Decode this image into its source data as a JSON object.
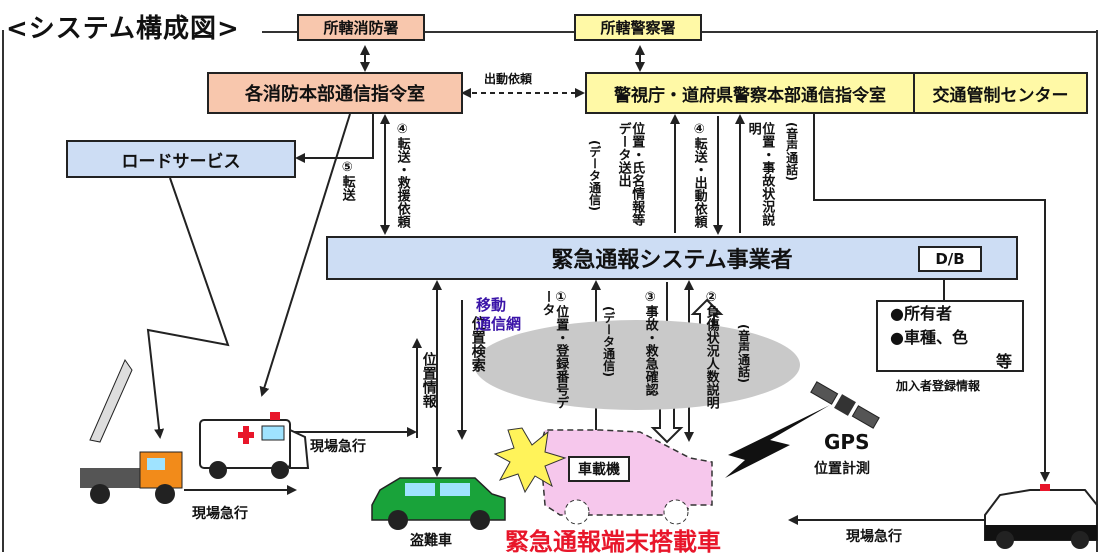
{
  "diagram": {
    "title": "<システム構成図>",
    "fire_station": "所轄消防署",
    "police_station": "所轄警察署",
    "fire_command": "各消防本部通信指令室",
    "police_command": "警視庁・道府県警察本部通信指令室",
    "traffic_center": "交通管制センター",
    "road_service": "ロードサービス",
    "emergency_operator": "緊急通報システム事業者",
    "db_label": "D/B",
    "mobile_network": "移動\n通信網",
    "dispatch_request": "出動依頼",
    "transfer": "⑤転送",
    "transfer_rescue_request": "④転送・救援依頼",
    "position_name_data": "位置・氏名情報等データ送出",
    "data_comm_upper": "(データ通信)",
    "transfer_dispatch_request": "④転送・出動依頼",
    "position_accident_explain": "位置・事故状況説明",
    "voice_call_upper": "(音声通話)",
    "position_search": "位置検索",
    "position_info": "位置情報",
    "position_reg_data": "①位置・登録番号データ",
    "data_comm_lower": "(データ通信)",
    "accident_confirm": "③事故・救急確認",
    "injury_explain": "②負傷状況人数説明",
    "voice_call_lower": "(音声通話)",
    "owner": "●所有者",
    "vehicle_type": "●車種、色",
    "etc": "等",
    "subscriber_info": "加入者登録情報",
    "gps": "GPS",
    "gps_measure": "位置計測",
    "onboard_unit": "車載機",
    "rush_scene_1": "現場急行",
    "rush_scene_2": "現場急行",
    "rush_scene_3": "現場急行",
    "stolen_car": "盗難車",
    "emergency_car": "緊急通報端末搭載車"
  },
  "colors": {
    "peach": "#f8c7ad",
    "yellow": "#fff9a6",
    "blue": "#cdddf4",
    "red_text": "#e8162a",
    "purple_text": "#3a14a8",
    "pink_car": "#f6c7ec",
    "green_car": "#19a33a"
  }
}
